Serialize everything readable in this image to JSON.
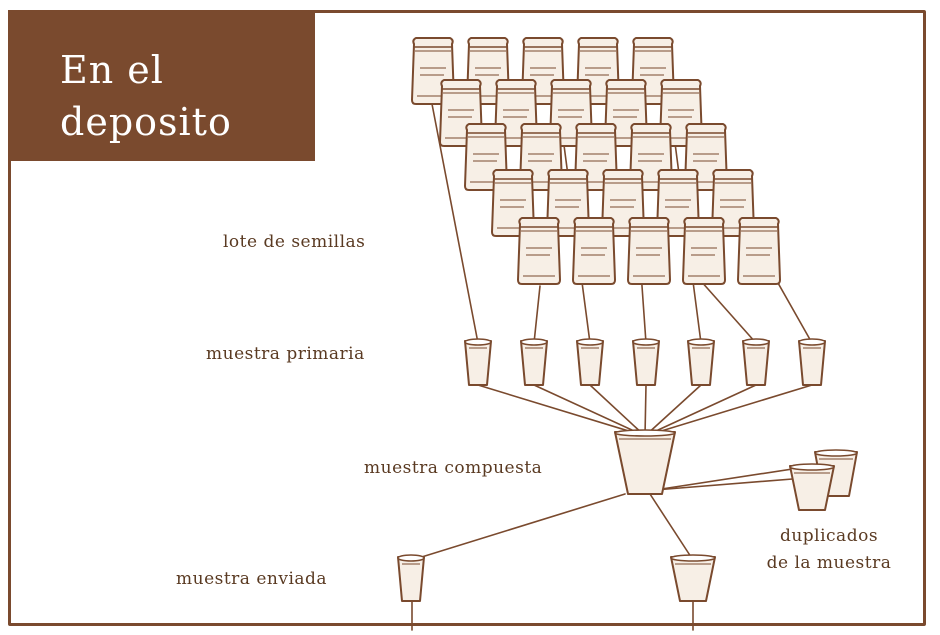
{
  "title": "En el\ndeposito",
  "labels": {
    "lote": "lote de semillas",
    "primaria": "muestra primaria",
    "compuesta": "muestra compuesta",
    "enviada": "muestra enviada",
    "duplicados": "duplicados\nde la muestra"
  },
  "colors": {
    "ink": "#7a4a2e",
    "bag_fill": "#f7efe6",
    "text": "#5a3a22"
  }
}
